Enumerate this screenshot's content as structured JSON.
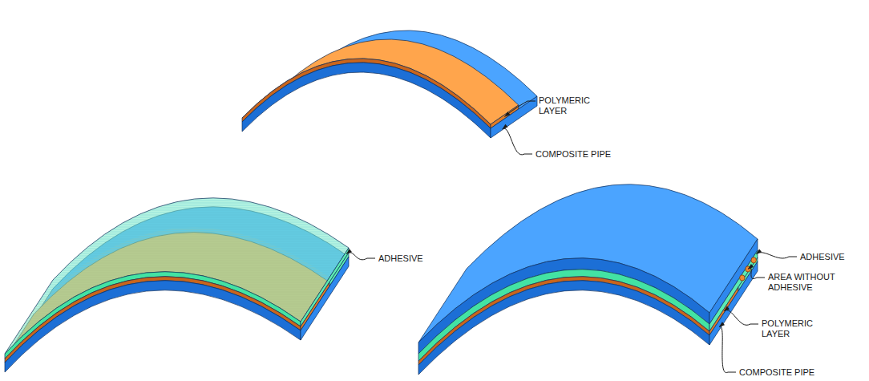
{
  "diagram": {
    "labels": [
      "POLYMERIC LAYER",
      "COMPOSITE PIPE",
      "ADHESIVE",
      "ADHESIVE",
      "AREA WITHOUT ADHESIVE",
      "POLYMERIC LAYER",
      "COMPOSITE PIPE"
    ]
  }
}
